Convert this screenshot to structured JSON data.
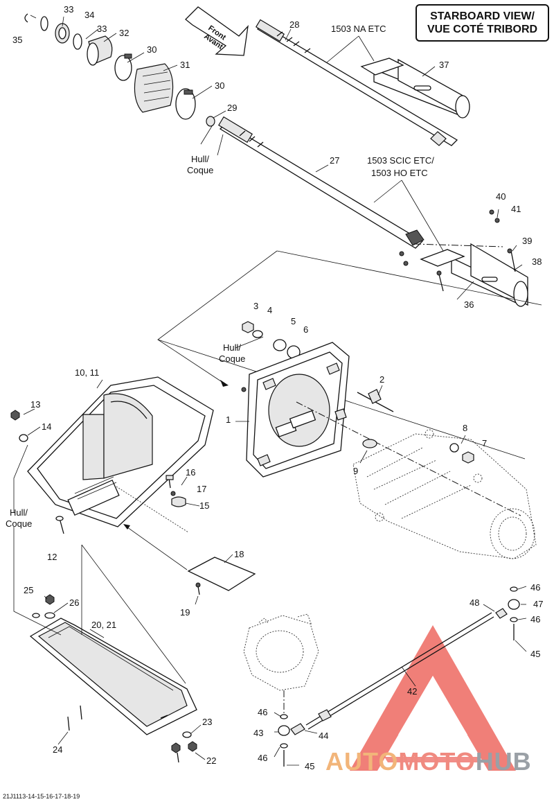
{
  "header": {
    "view_line1": "STARBOARD VIEW/",
    "view_line2": "VUE COTÉ TRIBORD",
    "front_line1": "Front",
    "front_line2": "Avant"
  },
  "notes": {
    "na_etc": "1503 NA ETC",
    "scic_etc": "1503 SCIC ETC/",
    "ho_etc": "1503 HO ETC",
    "hull_top_1": "Hull/",
    "hull_top_2": "Coque",
    "hull_mid_1": "Hull/",
    "hull_mid_2": "Coque",
    "hull_left_1": "Hull/",
    "hull_left_2": "Coque"
  },
  "parts": [
    {
      "id": "p1",
      "label": "1"
    },
    {
      "id": "p2",
      "label": "2"
    },
    {
      "id": "p3",
      "label": "3"
    },
    {
      "id": "p4",
      "label": "4"
    },
    {
      "id": "p5",
      "label": "5"
    },
    {
      "id": "p6",
      "label": "6"
    },
    {
      "id": "p7",
      "label": "7"
    },
    {
      "id": "p8",
      "label": "8"
    },
    {
      "id": "p9",
      "label": "9"
    },
    {
      "id": "p10",
      "label": "10, 11"
    },
    {
      "id": "p12",
      "label": "12"
    },
    {
      "id": "p13",
      "label": "13"
    },
    {
      "id": "p14",
      "label": "14"
    },
    {
      "id": "p15",
      "label": "15"
    },
    {
      "id": "p16",
      "label": "16"
    },
    {
      "id": "p17",
      "label": "17"
    },
    {
      "id": "p18",
      "label": "18"
    },
    {
      "id": "p19",
      "label": "19"
    },
    {
      "id": "p20",
      "label": "20, 21"
    },
    {
      "id": "p22",
      "label": "22"
    },
    {
      "id": "p23",
      "label": "23"
    },
    {
      "id": "p24",
      "label": "24"
    },
    {
      "id": "p25",
      "label": "25"
    },
    {
      "id": "p26",
      "label": "26"
    },
    {
      "id": "p27",
      "label": "27"
    },
    {
      "id": "p28",
      "label": "28"
    },
    {
      "id": "p29",
      "label": "29"
    },
    {
      "id": "p30a",
      "label": "30"
    },
    {
      "id": "p30b",
      "label": "30"
    },
    {
      "id": "p31",
      "label": "31"
    },
    {
      "id": "p32",
      "label": "32"
    },
    {
      "id": "p33a",
      "label": "33"
    },
    {
      "id": "p33b",
      "label": "33"
    },
    {
      "id": "p34",
      "label": "34"
    },
    {
      "id": "p35",
      "label": "35"
    },
    {
      "id": "p36",
      "label": "36"
    },
    {
      "id": "p37",
      "label": "37"
    },
    {
      "id": "p38",
      "label": "38"
    },
    {
      "id": "p39",
      "label": "39"
    },
    {
      "id": "p40",
      "label": "40"
    },
    {
      "id": "p41",
      "label": "41"
    },
    {
      "id": "p42",
      "label": "42"
    },
    {
      "id": "p43",
      "label": "43"
    },
    {
      "id": "p44",
      "label": "44"
    },
    {
      "id": "p45a",
      "label": "45"
    },
    {
      "id": "p45b",
      "label": "45"
    },
    {
      "id": "p46a",
      "label": "46"
    },
    {
      "id": "p46b",
      "label": "46"
    },
    {
      "id": "p46c",
      "label": "46"
    },
    {
      "id": "p46d",
      "label": "46"
    },
    {
      "id": "p47",
      "label": "47"
    },
    {
      "id": "p48",
      "label": "48"
    }
  ],
  "footer": {
    "ref_code": "21J1113-14-15-16-17-18-19",
    "brand_part1": "AUTO",
    "brand_part2": "MOTO",
    "brand_part3": "HUB"
  },
  "colors": {
    "line": "#111111",
    "watermark_red": "#e8433a",
    "watermark_orange": "#f2b57a",
    "watermark_gray": "#9aa0a6"
  }
}
